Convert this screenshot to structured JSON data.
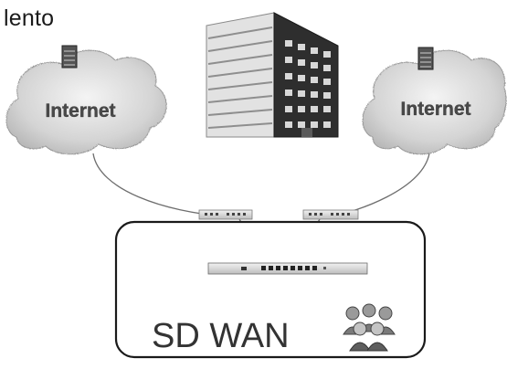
{
  "corner_label": "lento",
  "clouds": [
    {
      "label": "Internet"
    },
    {
      "label": "Internet"
    }
  ],
  "branch": {
    "label": "SD WAN"
  },
  "icons": {
    "building": "office-building-icon",
    "cloud_device": "server-rack-icon",
    "router": "router-device-icon",
    "switch": "switch-device-icon",
    "people": "user-group-icon"
  }
}
